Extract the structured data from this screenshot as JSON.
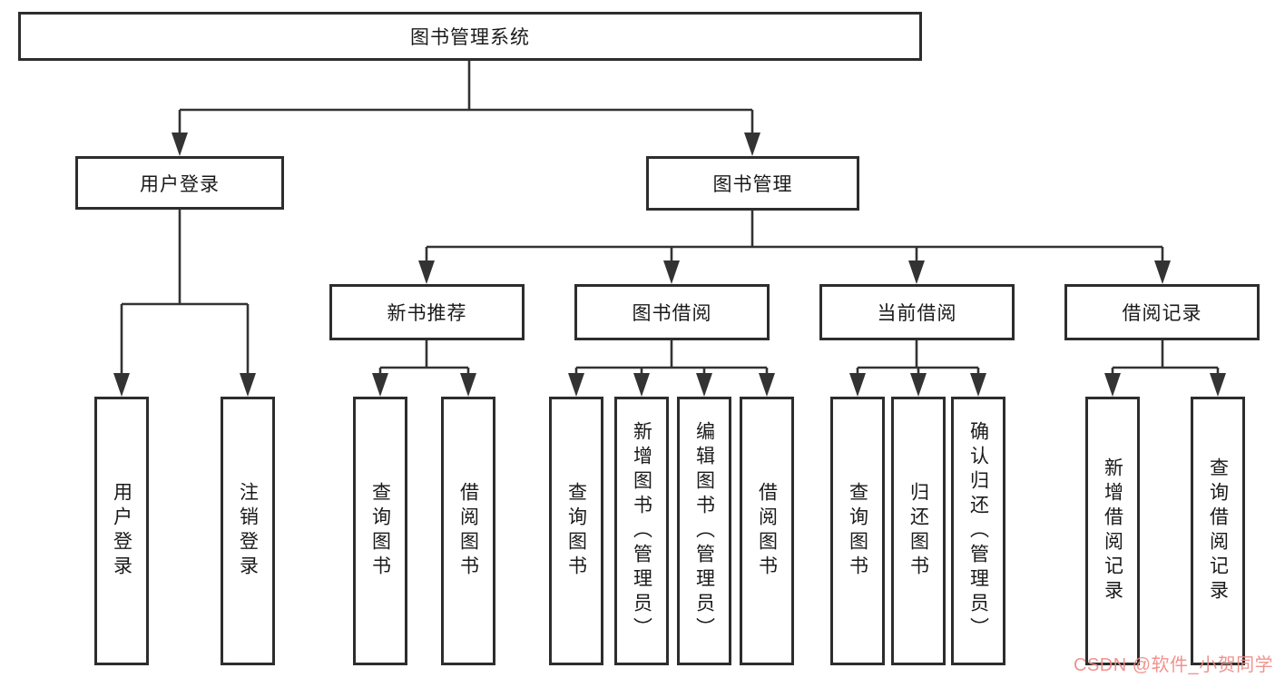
{
  "diagram": {
    "title": "图书管理系统",
    "nodes": {
      "root": {
        "label": "图书管理系统"
      },
      "login": {
        "label": "用户登录",
        "children": [
          {
            "label": "用户登录"
          },
          {
            "label": "注销登录"
          }
        ]
      },
      "mgmt": {
        "label": "图书管理"
      },
      "recommend": {
        "label": "新书推荐",
        "children": [
          {
            "label": "查询图书"
          },
          {
            "label": "借阅图书"
          }
        ]
      },
      "borrow": {
        "label": "图书借阅",
        "children": [
          {
            "label": "查询图书"
          },
          {
            "label": "新增图书（管理员）"
          },
          {
            "label": "编辑图书（管理员）"
          },
          {
            "label": "借阅图书"
          }
        ]
      },
      "current": {
        "label": "当前借阅",
        "children": [
          {
            "label": "查询图书"
          },
          {
            "label": "归还图书"
          },
          {
            "label": "确认归还（管理员）"
          }
        ]
      },
      "records": {
        "label": "借阅记录",
        "children": [
          {
            "label": "新增借阅记录"
          },
          {
            "label": "查询借阅记录"
          }
        ]
      }
    },
    "watermark": {
      "text": "CSDN @软件_小贺同学",
      "color": "#f08a86"
    },
    "colors": {
      "line": "#333333",
      "border": "#2d2d2d",
      "text": "#1a1a1a",
      "background": "#ffffff"
    }
  }
}
